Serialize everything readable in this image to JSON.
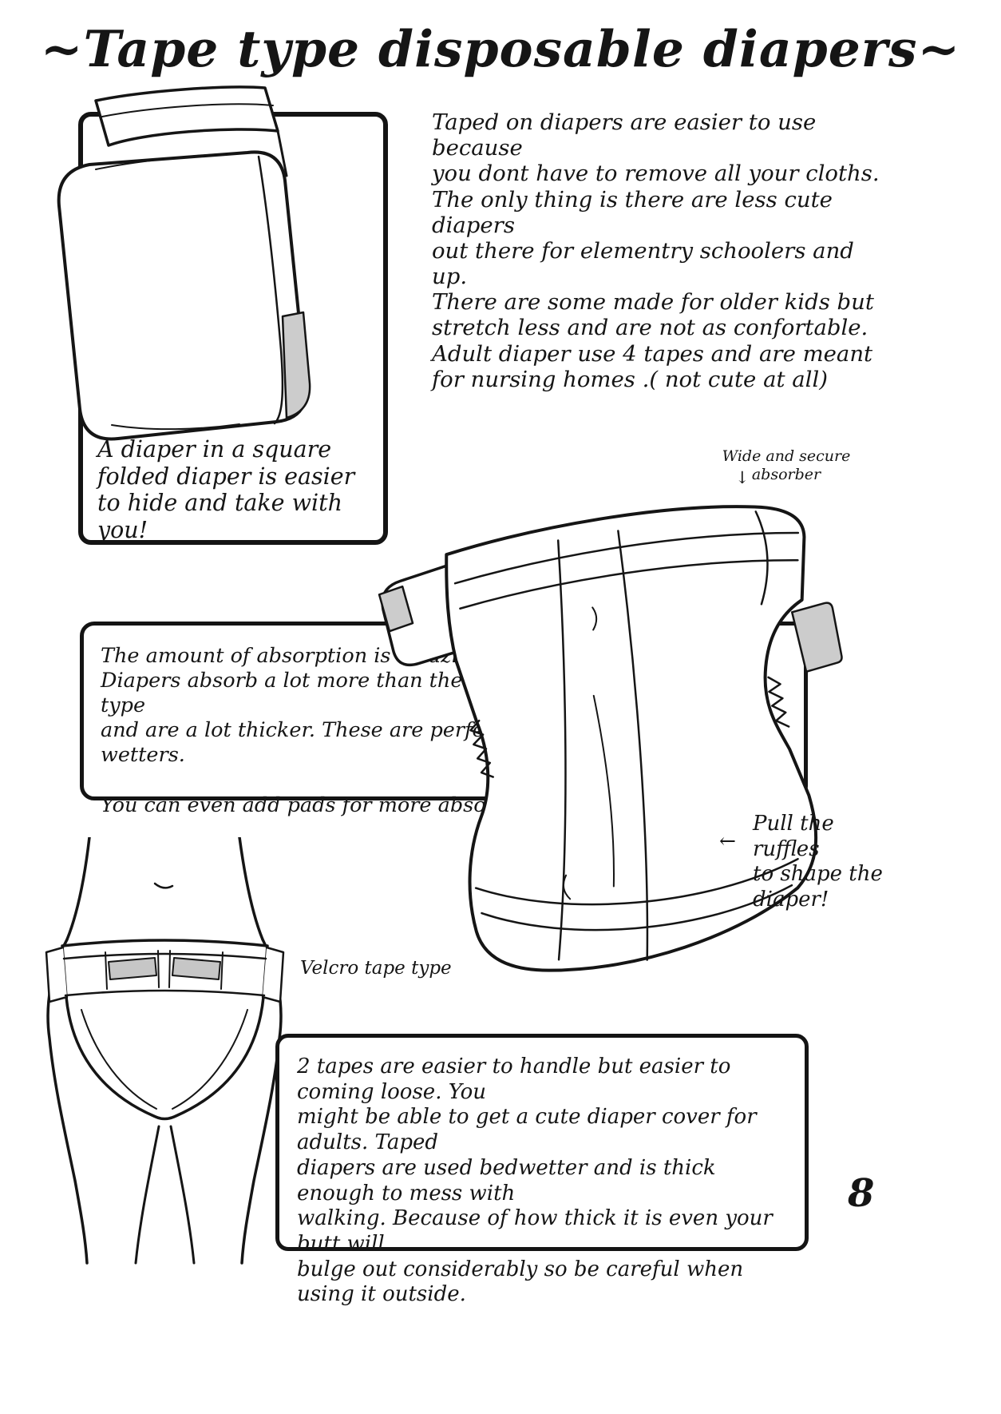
{
  "page": {
    "title": "~Tape type disposable diapers~",
    "page_number": "8"
  },
  "intro": {
    "text": "Taped on diapers are easier to use because\nyou dont have to remove all your cloths.\nThe only thing is there are less cute diapers\nout there for elementry schoolers and up.\nThere are some made for older kids but\nstretch less and are not as confortable.\nAdult diaper use 4 tapes and are meant\nfor nursing homes .( not cute at all)"
  },
  "folded_panel": {
    "caption": "A diaper in a square\nfolded diaper is easier\nto hide and take with you!"
  },
  "absorption_box": {
    "text": "The amount of absorption is amazing!\nDiapers absorb a lot more than the underwear type\nand are a lot thicker. These are perfect for bed wetters.\n\nYou can even add pads for more absorbtions."
  },
  "diaper_annotations": {
    "absorber_label": "Wide and secure\nabsorber",
    "absorber_arrow": "↓",
    "ruffles_label": "Pull the ruffles\nto shape the\ndiaper!",
    "ruffles_arrow": "←",
    "velcro_label": "Velcro tape type"
  },
  "tapes_box": {
    "text": "2 tapes are easier to handle but easier to coming loose. You\nmight be able to get a cute diaper cover for adults. Taped\ndiapers are used bedwetter and is thick enough to mess with\nwalking. Because of how thick it is even your butt will\nbulge out considerably so be careful when using it outside."
  },
  "colors": {
    "ink": "#151515",
    "tape_gray": "#cccccc",
    "paper": "#ffffff"
  }
}
